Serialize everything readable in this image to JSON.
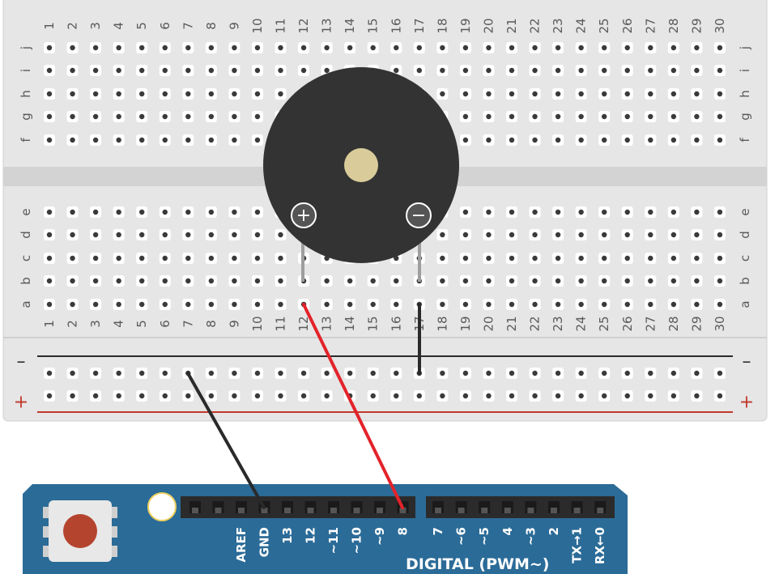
{
  "breadboard": {
    "top_rows": [
      "j",
      "i",
      "h",
      "g",
      "f"
    ],
    "bottom_rows": [
      "e",
      "d",
      "c",
      "b",
      "a"
    ],
    "column_count": 30,
    "rail_minus_label": "–",
    "rail_plus_label": "+"
  },
  "buzzer": {
    "plus_terminal": "+",
    "minus_terminal": "−"
  },
  "arduino": {
    "pin_labels_left": [
      "AREF",
      "GND",
      "13",
      "12",
      "~11",
      "~10",
      "~9",
      "8"
    ],
    "pin_labels_right": [
      "7",
      "~6",
      "~5",
      "4",
      "~3",
      "2",
      "TX→1",
      "RX←0"
    ],
    "digital_label": "DIGITAL (PWM~)"
  },
  "colors": {
    "board_blue": "#2b6b97",
    "wire_red": "#e3232a",
    "wire_black": "#2a2a2a",
    "breadboard": "#e6e6e6",
    "buzzer_body": "#333333",
    "reset_button": "#b5442f"
  }
}
